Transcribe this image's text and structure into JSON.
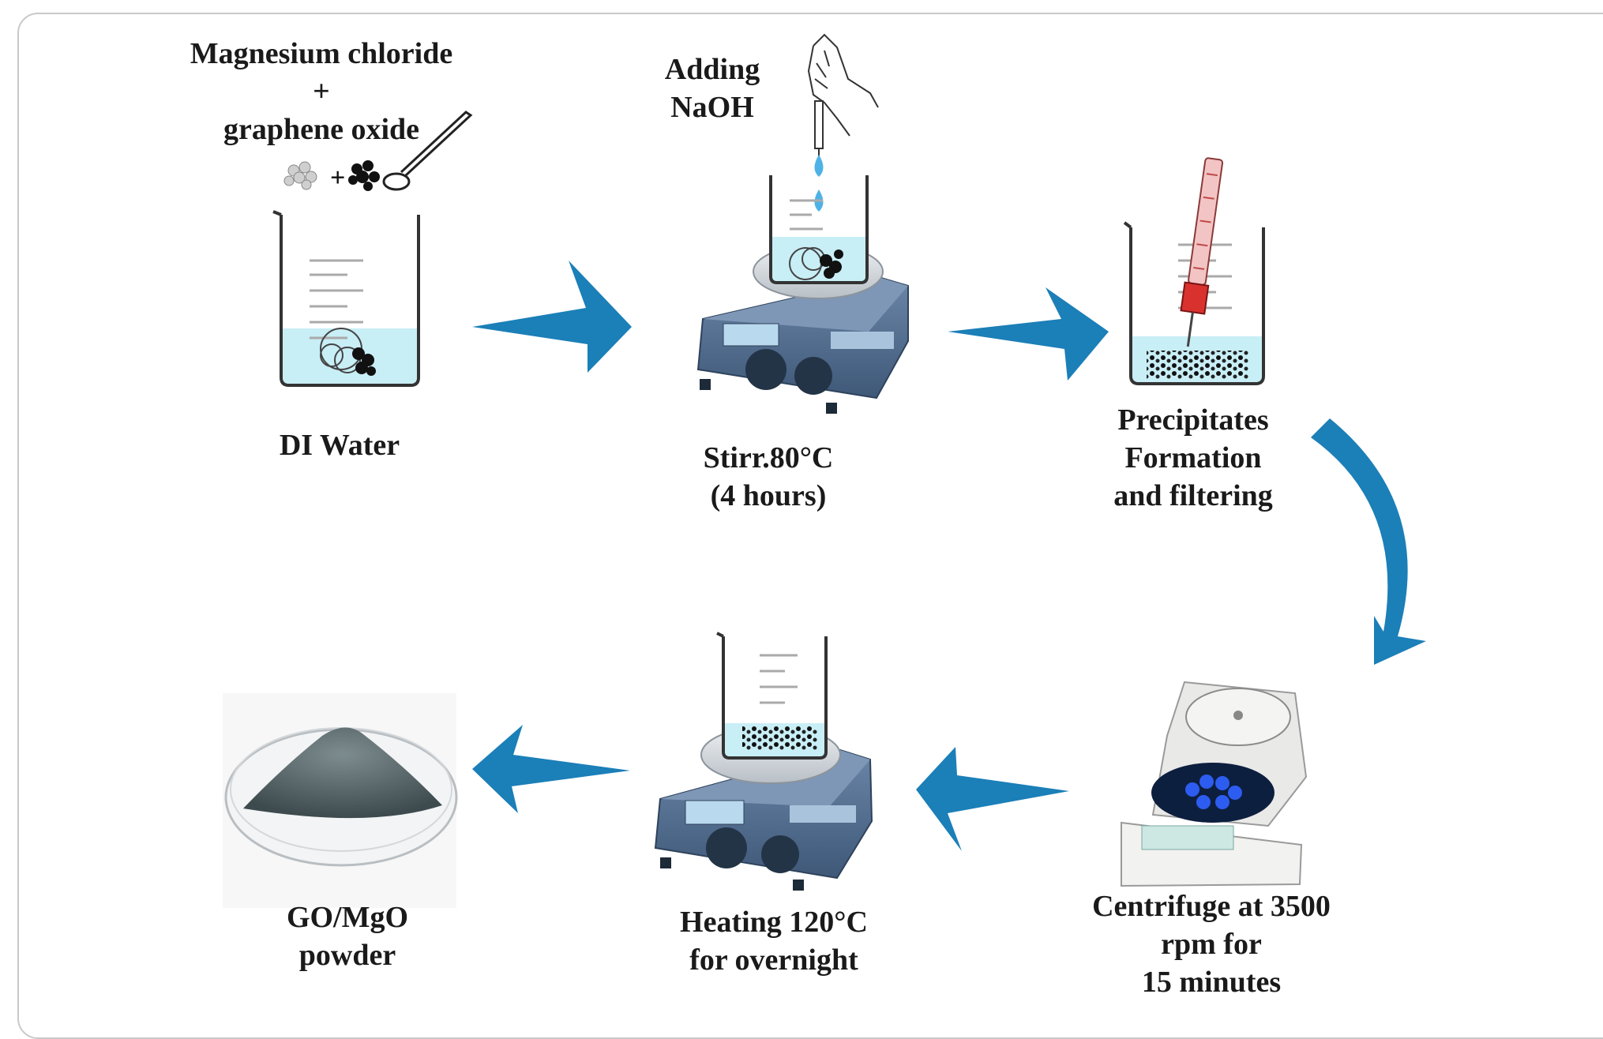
{
  "figure": {
    "reagents": {
      "line1": "Magnesium chloride",
      "line2": "+",
      "line3": "graphene oxide"
    },
    "adding": {
      "line1": "Adding",
      "line2": "NaOH"
    },
    "steps": {
      "di_water": {
        "line1": "DI Water"
      },
      "stir": {
        "line1": "Stirr.80°C",
        "line2": "(4 hours)"
      },
      "precipitates": {
        "line1": "Precipitates",
        "line2": "Formation",
        "line3": "and filtering"
      },
      "centrifuge": {
        "line1": "Centrifuge at 3500",
        "line2": "rpm for",
        "line3": "15 minutes"
      },
      "heating": {
        "line1": "Heating 120°C",
        "line2": "for overnight"
      },
      "product": {
        "line1": "GO/MgO",
        "line2": "powder"
      }
    }
  },
  "colors": {
    "arrow": "#1b7fb8",
    "water": "#c8eef6",
    "stirrer": "#4f6d93",
    "powder": "#4a5a5e"
  },
  "icons": [
    "beaker-icon",
    "spoon-icon",
    "pipette-icon",
    "hand-icon",
    "hot-plate-stirrer-icon",
    "filter-tube-icon",
    "centrifuge-icon",
    "petri-dish-icon",
    "flow-arrow-icon"
  ]
}
